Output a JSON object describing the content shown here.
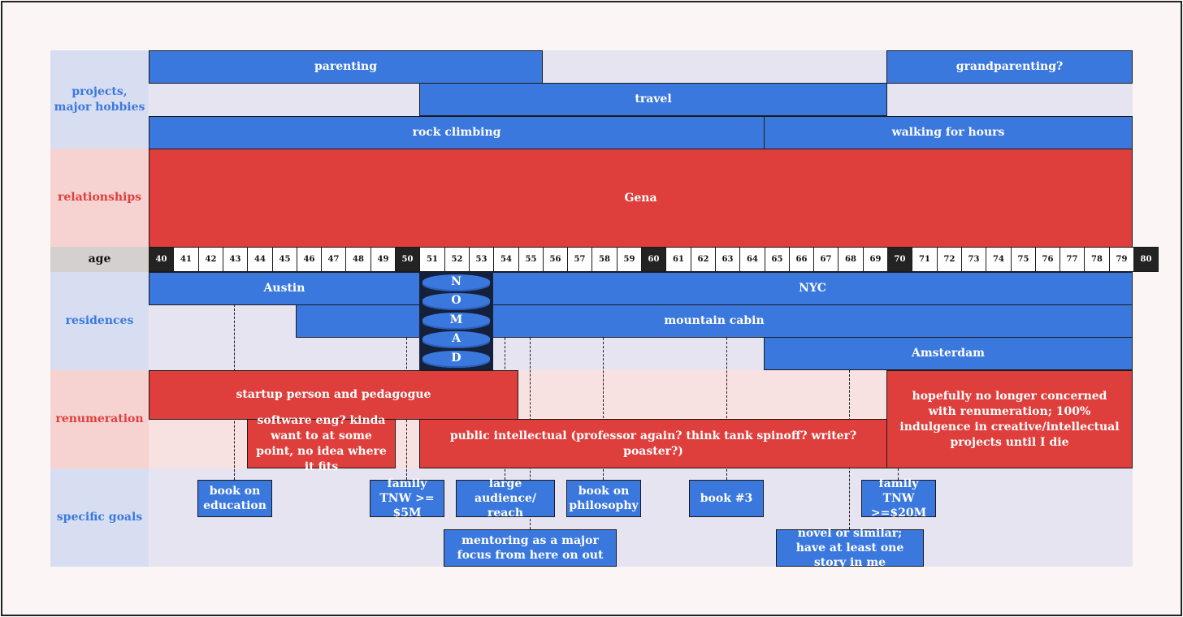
{
  "rows": {
    "projects": "projects,\nmajor hobbies",
    "relationships": "relationships",
    "age": "age",
    "residences": "residences",
    "renumeration": "renumeration",
    "goals": "specific goals"
  },
  "ages": [
    "40",
    "41",
    "42",
    "43",
    "44",
    "45",
    "46",
    "47",
    "48",
    "49",
    "50",
    "51",
    "52",
    "53",
    "54",
    "55",
    "56",
    "57",
    "58",
    "59",
    "60",
    "61",
    "62",
    "63",
    "64",
    "65",
    "66",
    "67",
    "68",
    "69",
    "70",
    "71",
    "72",
    "73",
    "74",
    "75",
    "76",
    "77",
    "78",
    "79",
    "80"
  ],
  "projects": {
    "parenting": "parenting",
    "grandparenting": "grandparenting?",
    "travel": "travel",
    "rock_climbing": "rock climbing",
    "walking": "walking for hours"
  },
  "relationships": {
    "gena": "Gena"
  },
  "residences": {
    "austin": "Austin",
    "nyc": "NYC",
    "cabin": "mountain cabin",
    "amsterdam": "Amsterdam",
    "nomad": [
      "N",
      "O",
      "M",
      "A",
      "D"
    ]
  },
  "renumeration": {
    "startup": "startup person and pedagogue",
    "software": "software eng? kinda want to at some point, no idea where it fits",
    "public": "public intellectual (professor again? think tank spinoff? writer? poaster?)",
    "later": "hopefully no longer concerned with renumeration; 100% indulgence in creative/intellectual projects until I die"
  },
  "goals": {
    "education": "book on education",
    "tnw5": "family TNW >= $5M",
    "audience": "large audience/ reach",
    "philosophy": "book on philosophy",
    "book3": "book #3",
    "tnw20": "family TNW >=$20M",
    "mentoring": "mentoring as a major focus from here on out",
    "novel": "novel or similar; have at least one story in me"
  },
  "colors": {
    "blue": "#3b78de",
    "red": "#df3f3c",
    "blue_band": "#e6e4f0",
    "blue_label_bg": "#d8def2",
    "red_band": "#f8e2e1",
    "red_label_bg": "#f6d2d1",
    "age_label_bg": "#d4d0cf",
    "blue_text": "#3b78de",
    "red_text": "#df3f3c"
  }
}
